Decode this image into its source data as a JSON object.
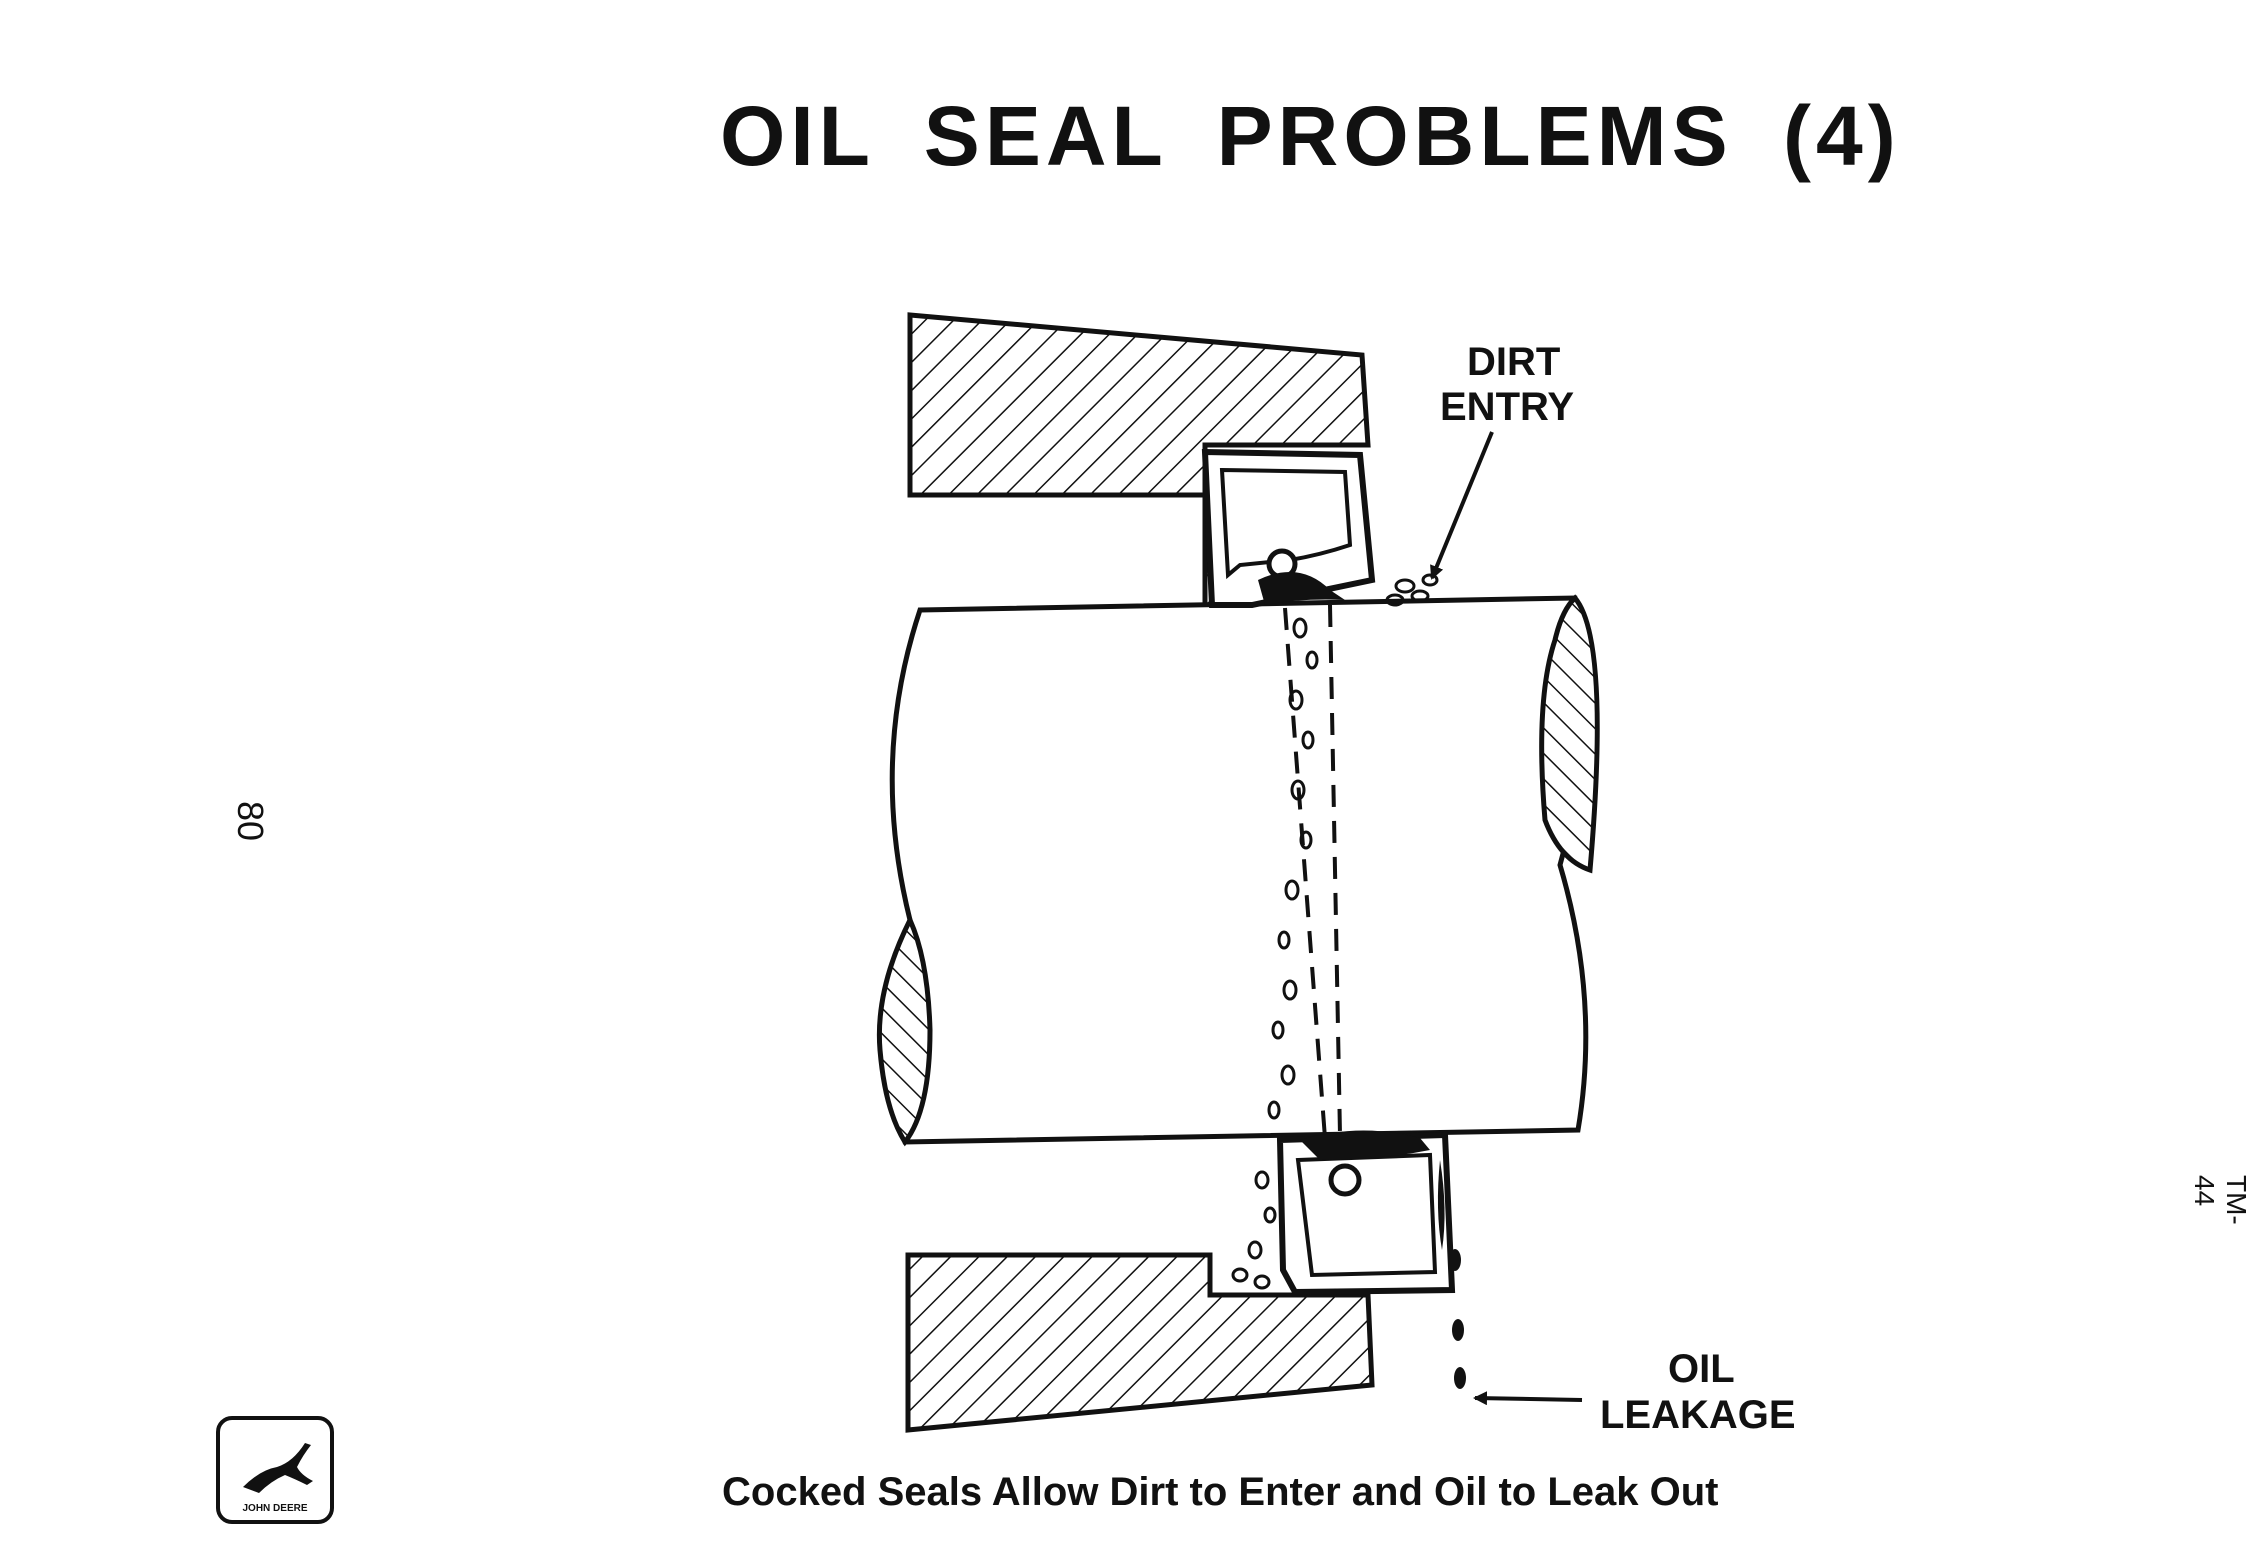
{
  "title": "OIL SEAL PROBLEMS (4)",
  "caption": "Cocked Seals Allow Dirt to Enter and Oil to Leak Out",
  "labels": {
    "dirt_line1": "DIRT",
    "dirt_line2": "ENTRY",
    "oil_line1": "OIL",
    "oil_line2": "LEAKAGE"
  },
  "page_number": "80",
  "doc_code": "TM-44",
  "logo": {
    "text": "JOHN DEERE"
  },
  "colors": {
    "ink": "#111111",
    "paper": "#ffffff"
  }
}
